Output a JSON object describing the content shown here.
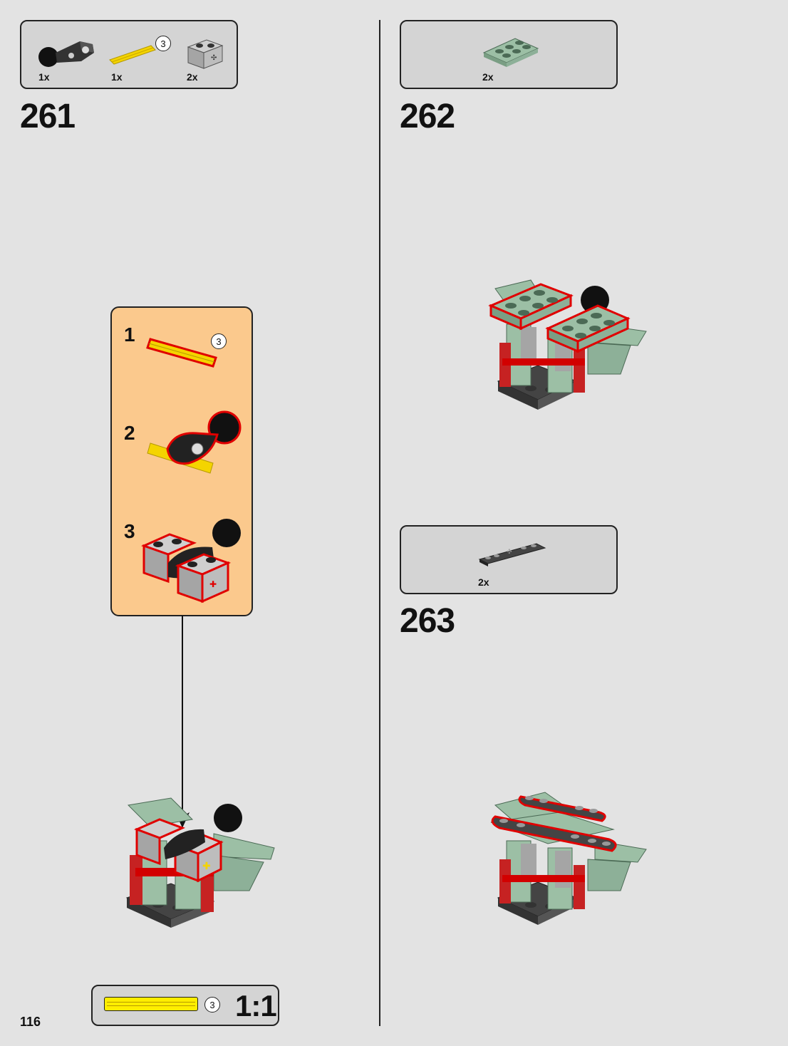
{
  "page": {
    "number": "116"
  },
  "steps": [
    {
      "number": "261",
      "parts": [
        {
          "qty": "1x",
          "icon": "black-ball-joint-connector"
        },
        {
          "qty": "1x",
          "icon": "yellow-axle-3",
          "length_badge": "3"
        },
        {
          "qty": "2x",
          "icon": "gray-technic-brick-axle-hole"
        }
      ],
      "subassembly": {
        "steps": [
          {
            "number": "1",
            "icon": "yellow-axle-3",
            "length_badge": "3"
          },
          {
            "number": "2",
            "icon": "axle-into-ball-connector"
          },
          {
            "number": "3",
            "icon": "gray-bricks-on-axle"
          }
        ]
      }
    },
    {
      "number": "262",
      "parts": [
        {
          "qty": "2x",
          "icon": "sand-green-plate-2x3"
        }
      ]
    },
    {
      "number": "263",
      "parts": [
        {
          "qty": "2x",
          "icon": "dark-gray-plate-1x6-rounded"
        }
      ]
    }
  ],
  "scale_guide": {
    "length_badge": "3",
    "label": "1:1",
    "color": "#ffee00"
  },
  "colors": {
    "background": "#e3e3e3",
    "parts_box": "#d4d4d4",
    "subassembly_box": "#fbc98d",
    "highlight": "#e00000",
    "sand_green": "#9cbfa5",
    "light_gray": "#a5a5a5",
    "dark_gray": "#505050",
    "yellow": "#f4d400"
  }
}
